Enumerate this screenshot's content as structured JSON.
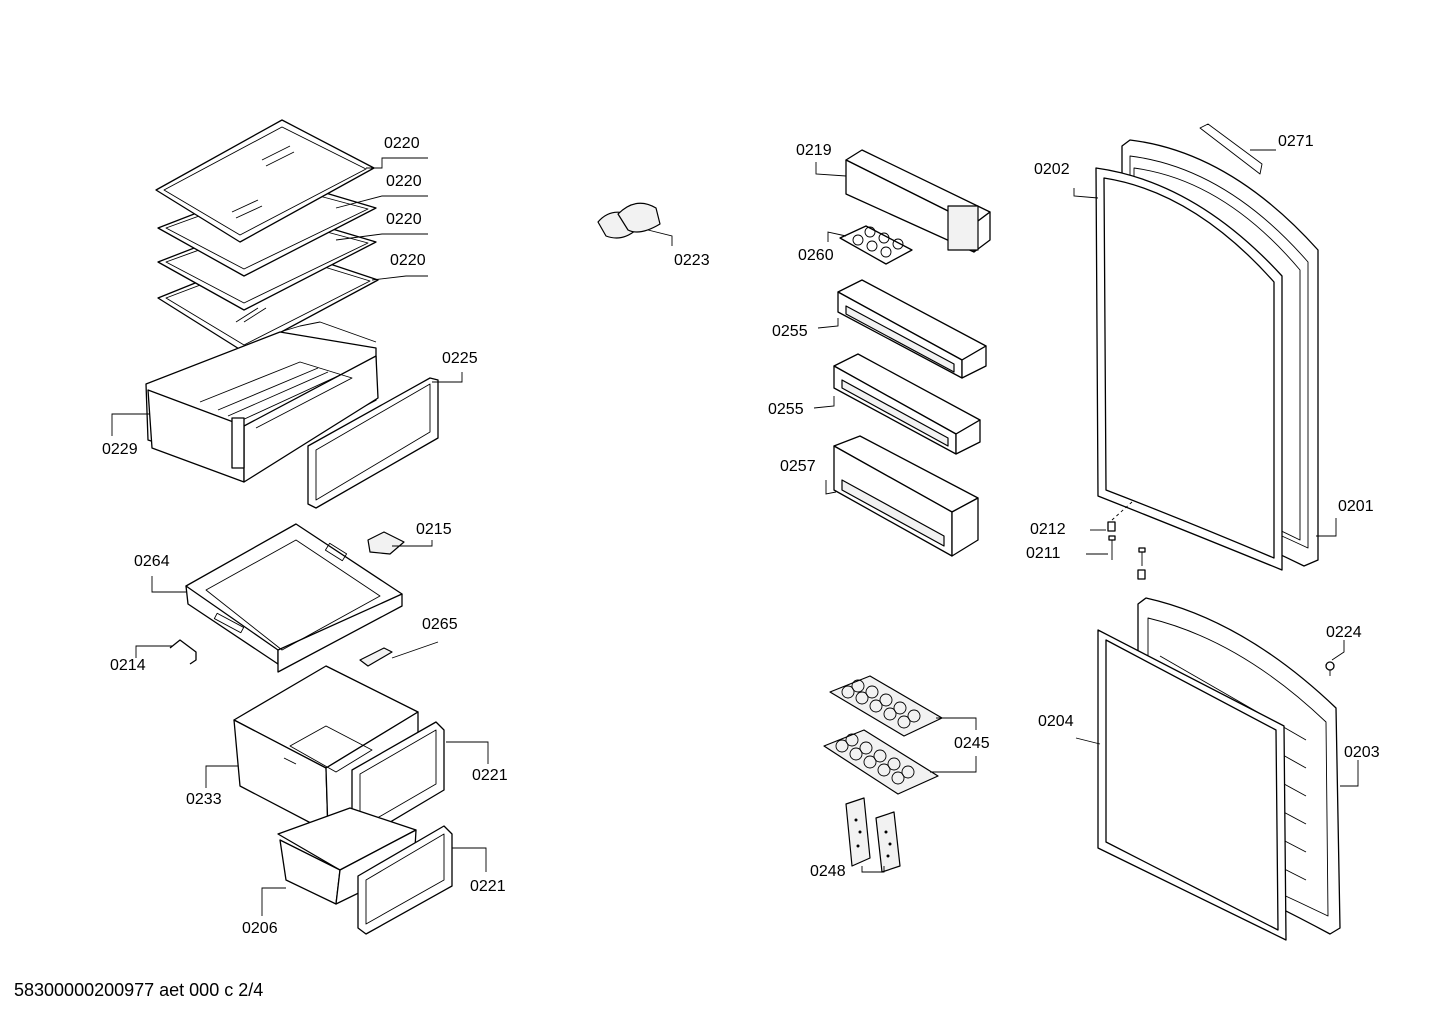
{
  "document_id": "58300000200977 aet 000 c 2/4",
  "callouts": {
    "c0220a": "0220",
    "c0220b": "0220",
    "c0220c": "0220",
    "c0220d": "0220",
    "c0223": "0223",
    "c0225": "0225",
    "c0229": "0229",
    "c0215": "0215",
    "c0264": "0264",
    "c0265": "0265",
    "c0214": "0214",
    "c0221a": "0221",
    "c0233": "0233",
    "c0221b": "0221",
    "c0206": "0206",
    "c0219": "0219",
    "c0260": "0260",
    "c0255a": "0255",
    "c0255b": "0255",
    "c0257": "0257",
    "c0245": "0245",
    "c0248": "0248",
    "c0202": "0202",
    "c0271": "0271",
    "c0212": "0212",
    "c0211": "0211",
    "c0201": "0201",
    "c0224": "0224",
    "c0204": "0204",
    "c0203": "0203"
  }
}
